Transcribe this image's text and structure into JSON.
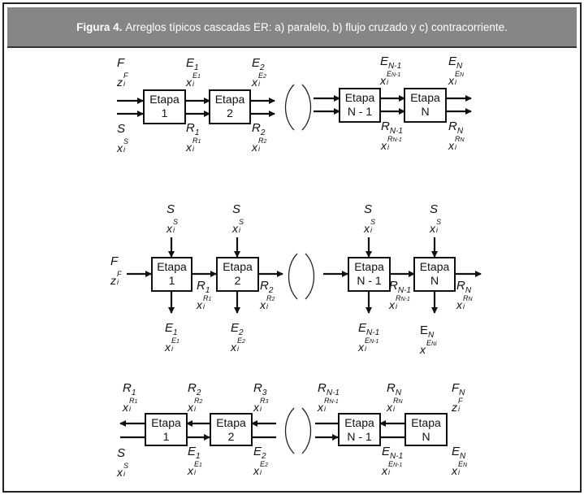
{
  "header": {
    "figure_label": "Figura 4.",
    "caption": "Arreglos típicos cascadas ER: a) paralelo, b) flujo cruzado y c) contracorriente."
  },
  "stage_label": "Etapa",
  "stage_numbers": [
    "1",
    "2",
    "N - 1",
    "N"
  ],
  "parallel": {
    "labels": [
      {
        "s": "F",
        "ss": "",
        "c": "z",
        "cs": "i",
        "cp": "F",
        "cps": ""
      },
      {
        "s": "E",
        "ss": "1",
        "c": "x",
        "cs": "i",
        "cp": "E",
        "cps": "1"
      },
      {
        "s": "E",
        "ss": "2",
        "c": "x",
        "cs": "i",
        "cp": "E",
        "cps": "2"
      },
      {
        "s": "E",
        "ss": "N-1",
        "c": "x",
        "cs": "i",
        "cp": "E",
        "cps": "N-1"
      },
      {
        "s": "E",
        "ss": "N",
        "c": "x",
        "cs": "i",
        "cp": "E",
        "cps": "N"
      },
      {
        "s": "S",
        "ss": "",
        "c": "x",
        "cs": "i",
        "cp": "S",
        "cps": ""
      },
      {
        "s": "R",
        "ss": "1",
        "c": "x",
        "cs": "i",
        "cp": "R",
        "cps": "1"
      },
      {
        "s": "R",
        "ss": "2",
        "c": "x",
        "cs": "i",
        "cp": "R",
        "cps": "2"
      },
      {
        "s": "R",
        "ss": "N-1",
        "c": "x",
        "cs": "i",
        "cp": "R",
        "cps": "N-1"
      },
      {
        "s": "R",
        "ss": "N",
        "c": "x",
        "cs": "i",
        "cp": "R",
        "cps": "N"
      }
    ]
  },
  "crossflow": {
    "labels": [
      {
        "s": "S",
        "ss": "",
        "c": "x",
        "cs": "i",
        "cp": "S",
        "cps": ""
      },
      {
        "s": "S",
        "ss": "",
        "c": "x",
        "cs": "i",
        "cp": "S",
        "cps": ""
      },
      {
        "s": "S",
        "ss": "",
        "c": "x",
        "cs": "i",
        "cp": "S",
        "cps": ""
      },
      {
        "s": "S",
        "ss": "",
        "c": "x",
        "cs": "i",
        "cp": "S",
        "cps": ""
      },
      {
        "s": "F",
        "ss": "",
        "c": "z",
        "cs": "i",
        "cp": "F",
        "cps": ""
      },
      {
        "s": "R",
        "ss": "1",
        "c": "x",
        "cs": "i",
        "cp": "R",
        "cps": "1"
      },
      {
        "s": "R",
        "ss": "2",
        "c": "x",
        "cs": "i",
        "cp": "R",
        "cps": "2"
      },
      {
        "s": "R",
        "ss": "N-1",
        "c": "x",
        "cs": "i",
        "cp": "R",
        "cps": "N-1"
      },
      {
        "s": "R",
        "ss": "N",
        "c": "x",
        "cs": "i",
        "cp": "R",
        "cps": "N"
      },
      {
        "s": "E",
        "ss": "1",
        "c": "x",
        "cs": "i",
        "cp": "E",
        "cps": "1"
      },
      {
        "s": "E",
        "ss": "2",
        "c": "x",
        "cs": "i",
        "cp": "E",
        "cps": "2"
      },
      {
        "s": "E",
        "ss": "N-1",
        "c": "x",
        "cs": "i",
        "cp": "E",
        "cps": "N-1"
      },
      {
        "s": "E",
        "ss": "N",
        "c": "x",
        "cs": "",
        "cp": "E",
        "cps": "Ni"
      }
    ]
  },
  "countercurrent": {
    "labels": [
      {
        "s": "R",
        "ss": "1",
        "c": "x",
        "cs": "i",
        "cp": "R",
        "cps": "1"
      },
      {
        "s": "R",
        "ss": "2",
        "c": "x",
        "cs": "i",
        "cp": "R",
        "cps": "2"
      },
      {
        "s": "R",
        "ss": "3",
        "c": "x",
        "cs": "i",
        "cp": "R",
        "cps": "3"
      },
      {
        "s": "R",
        "ss": "N-1",
        "c": "x",
        "cs": "i",
        "cp": "R",
        "cps": "N-1"
      },
      {
        "s": "R",
        "ss": "N",
        "c": "x",
        "cs": "i",
        "cp": "R",
        "cps": "N"
      },
      {
        "s": "F",
        "ss": "N",
        "c": "z",
        "cs": "i",
        "cp": "F",
        "cps": ""
      },
      {
        "s": "S",
        "ss": "",
        "c": "x",
        "cs": "i",
        "cp": "S",
        "cps": ""
      },
      {
        "s": "E",
        "ss": "1",
        "c": "x",
        "cs": "i",
        "cp": "E",
        "cps": "1"
      },
      {
        "s": "E",
        "ss": "2",
        "c": "x",
        "cs": "i",
        "cp": "E",
        "cps": "2"
      },
      {
        "s": "E",
        "ss": "N-1",
        "c": "x",
        "cs": "i",
        "cp": "E",
        "cps": "N-1"
      },
      {
        "s": "E",
        "ss": "N",
        "c": "x",
        "cs": "i",
        "cp": "E",
        "cps": "N"
      }
    ]
  }
}
